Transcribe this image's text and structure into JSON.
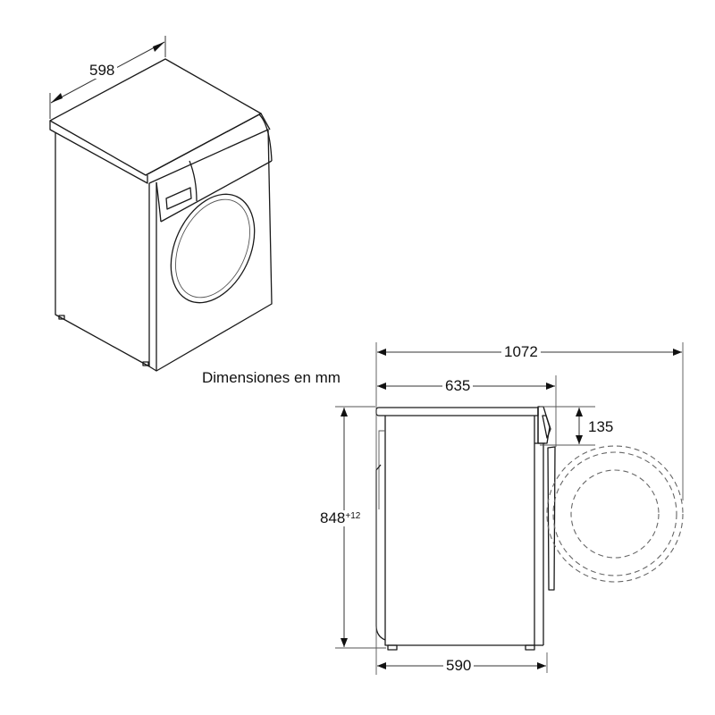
{
  "caption": "Dimensiones en mm",
  "isometric_view": {
    "width_label": "598"
  },
  "side_view": {
    "total_depth_label": "1072",
    "depth_label": "635",
    "panel_height_label": "135",
    "height_label": "848",
    "height_tolerance": "+12",
    "base_depth_label": "590"
  }
}
